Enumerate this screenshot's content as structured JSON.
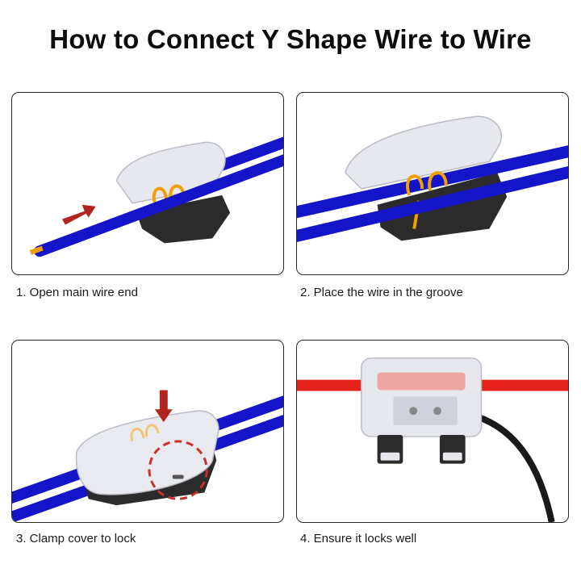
{
  "title": "How to Connect Y Shape Wire to Wire",
  "steps": [
    {
      "caption": "1. Open main wire end"
    },
    {
      "caption": "2. Place the wire in the groove"
    },
    {
      "caption": "3. Clamp cover to lock"
    },
    {
      "caption": "4. Ensure it locks well"
    }
  ],
  "colors": {
    "wire_blue": "#1414c8",
    "wire_red": "#e3231c",
    "wire_black": "#1a1a1a",
    "arrow_red": "#b3241f",
    "spring_orange": "#f2a000",
    "connector_clear": "#e4e7ee",
    "connector_base": "#2b2b2b"
  }
}
